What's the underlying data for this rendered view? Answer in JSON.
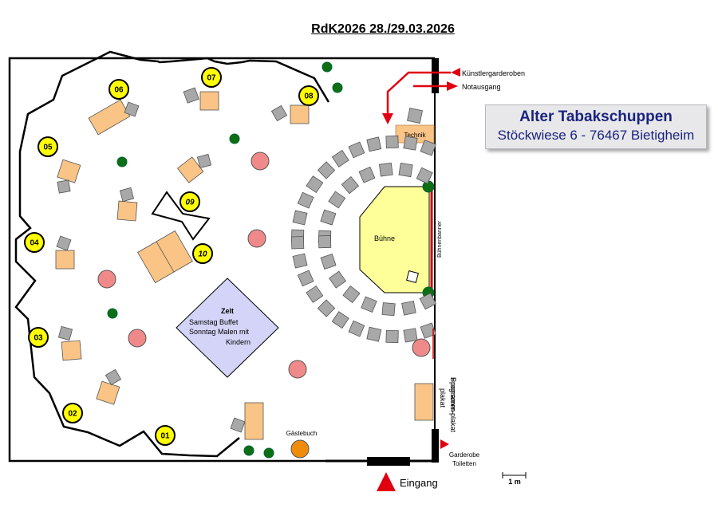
{
  "header": {
    "title": "RdK2026 28./29.03.2026"
  },
  "venue": {
    "name": "Alter Tabakschuppen",
    "address": "Stöckwiese 6 - 76467 Bietigheim"
  },
  "labels": {
    "kuenstler": "Künstlergarderoben",
    "notausgang": "Notausgang",
    "technik": "Technik",
    "buehne": "Bühne",
    "buehnenbanner": "Bühnenbanner",
    "zelt_title": "Zelt",
    "zelt_line1": "Samstag Buffet",
    "zelt_line2": "Sonntag  Malen mit",
    "zelt_line3": "Kindern",
    "gaestebuch": "Gästebuch",
    "eingang": "Eingang",
    "garderobe": "Garderobe",
    "toiletten": "Toiletten",
    "programm": "Programm-plakat",
    "sponsoren": "Sponsoren-",
    "plakat": "plakat",
    "scale": "1 m"
  },
  "stands": [
    {
      "id": "01"
    },
    {
      "id": "02"
    },
    {
      "id": "03"
    },
    {
      "id": "04"
    },
    {
      "id": "05"
    },
    {
      "id": "06"
    },
    {
      "id": "07"
    },
    {
      "id": "08"
    },
    {
      "id": "09"
    },
    {
      "id": "10"
    }
  ],
  "colors": {
    "table": "#f9c486",
    "chair": "#a8a8a8",
    "stand_marker": "#ffff00",
    "tree": "#0d6e14",
    "round_table": "#f08a8a",
    "stage": "#ffff99",
    "tent": "#d4d4f8",
    "arrow": "#e0000f",
    "guestbook": "#f08c0a"
  }
}
